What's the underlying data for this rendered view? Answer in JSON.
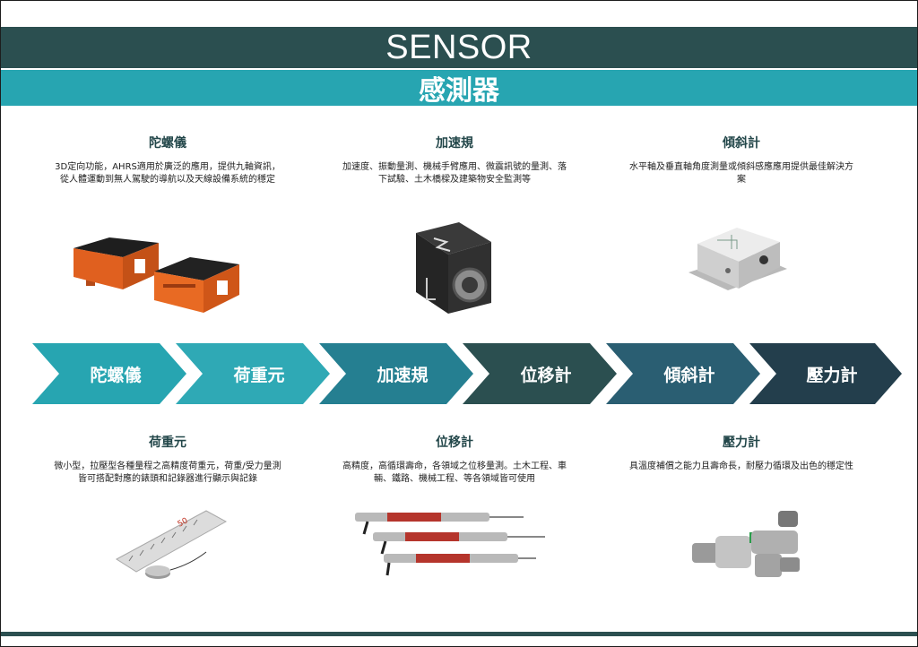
{
  "header": {
    "title": "SENSOR",
    "subtitle": "感測器"
  },
  "top_cards": [
    {
      "title": "陀螺儀",
      "desc": "3D定向功能，AHRS適用於廣泛的應用，提供九軸資訊，從人體運動到無人駕駛的導航以及天線設備系統的穩定",
      "image": "orange-gyroscope-modules"
    },
    {
      "title": "加速規",
      "desc": "加速度、振動量測、機械手臂應用、微震訊號的量測、落下試驗、土木橋樑及建築物安全監測等",
      "image": "black-accelerometer"
    },
    {
      "title": "傾斜計",
      "desc": "水平軸及垂直軸角度測量或傾斜感應應用提供最佳解決方案",
      "image": "grey-inclinometer-box"
    }
  ],
  "process_arrows": [
    {
      "label": "陀螺儀",
      "color": "#27a5b1"
    },
    {
      "label": "荷重元",
      "color": "#2fa9b5"
    },
    {
      "label": "加速規",
      "color": "#257f91"
    },
    {
      "label": "位移計",
      "color": "#2b4f50"
    },
    {
      "label": "傾斜計",
      "color": "#2a5e72"
    },
    {
      "label": "壓力計",
      "color": "#233e4c"
    }
  ],
  "bottom_cards": [
    {
      "title": "荷重元",
      "desc": "微小型，拉壓型各種量程之高精度荷重元，荷重/受力量測皆可搭配對應的錶頭和記錄器進行顯示與記錄",
      "ruler_mark": "50",
      "image": "ruler-and-button-load-cell"
    },
    {
      "title": "位移計",
      "desc": "高精度，高循環壽命，各領域之位移量測。土木工程、車輛、鐵路、機械工程、等各領域皆可使用",
      "image": "linear-displacement-sensors"
    },
    {
      "title": "壓力計",
      "desc": "具溫度補償之能力且壽命長，耐壓力循環及出色的穩定性",
      "image": "steel-pressure-transducers"
    }
  ]
}
